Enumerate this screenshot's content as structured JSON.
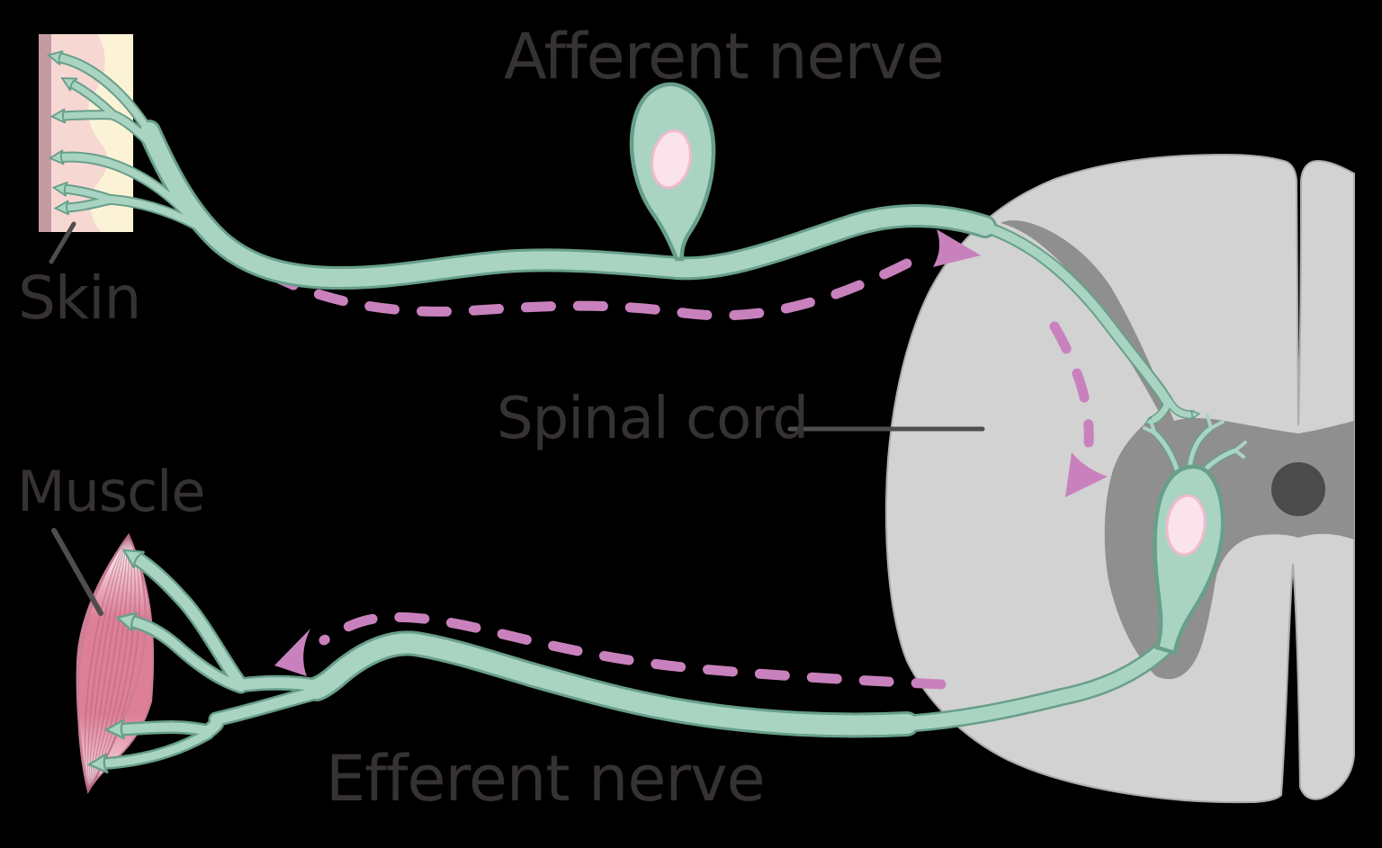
{
  "labels": {
    "afferent_nerve": "Afferent nerve",
    "skin": "Skin",
    "spinal_cord": "Spinal cord",
    "muscle": "Muscle",
    "efferent_nerve": "Efferent nerve"
  },
  "icons": {
    "afferent_direction_arrowhead": "triangle-right",
    "reflex_relay_arrowhead": "triangle-down-left",
    "efferent_direction_arrowhead": "triangle-left"
  },
  "colors": {
    "background": "#000000",
    "label_text": "#363232",
    "pointer_line": "#4f4d4d",
    "nerve_fill": "#a9d4c1",
    "nerve_outline": "#689f8b",
    "arrow_pink": "#c981bd",
    "cord_light": "#d2d2d2",
    "cord_edge": "#acacac",
    "cord_gray": "#8f8f8f",
    "canal_dark": "#4b4b4b",
    "nucleus_fill": "#fbe3eb",
    "nucleus_outline": "#eebacf",
    "muscle_pink": "#dc7f97",
    "muscle_light": "#eeb8c6",
    "muscle_stripe": "#b06079",
    "muscle_edge": "#c77e95",
    "skin_cream": "#fcf3d7",
    "skin_pink": "#f7d7d2",
    "skin_edge": "#c49aa3"
  }
}
